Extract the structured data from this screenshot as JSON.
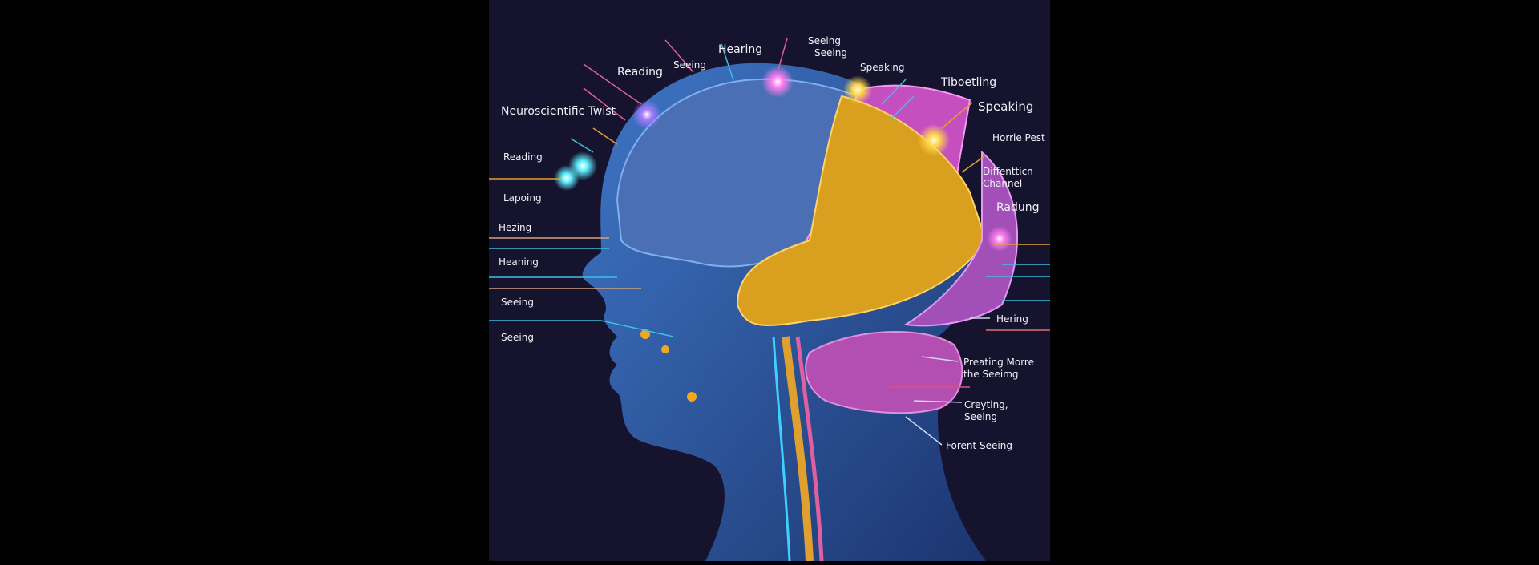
{
  "illustration": {
    "subject": "brain-anatomy-infographic",
    "colors": {
      "background": "#16132f",
      "frontal_lobe": "#4a6fb5",
      "parietal_lobe": "#c64fc0",
      "temporal_lobe": "#d9a020",
      "occipital_lobe": "#a24fb8",
      "cerebellum": "#b24fb0",
      "head": "#2f5aa8",
      "glow_cyan": "#5ef0ff",
      "glow_pink": "#ff7ef0",
      "glow_yellow": "#ffe06a"
    },
    "labels": {
      "top_hearing": "Hearing",
      "top_seeing": "Seeing",
      "top_reading": "Reading",
      "top_seeing_seeing_1": "Seeing",
      "top_seeing_seeing_2": "Seeing",
      "top_speaking": "Speaking",
      "right_tiboetling": "Tiboetling",
      "right_speaking": "Speaking",
      "right_horrie_pest": "Horrie Pest",
      "right_diffentticn_1": "Diffentticn",
      "right_diffentticn_2": "Channel",
      "right_radung": "Radung",
      "left_neuroscientific_twist": "Neuroscientific Twist",
      "left_reading": "Reading",
      "left_lapoing": "Lapoing",
      "left_hezing": "Hezing",
      "left_heaning": "Heaning",
      "left_seeing_1": "Seeing",
      "left_seeing_2": "Seeing",
      "right_hering": "Hering",
      "right_preating_1": "Preating Morre",
      "right_preating_2": "the Seeimg",
      "right_creyting_1": "Creyting,",
      "right_creyting_2": "Seeing",
      "right_forent_seeing": "Forent Seeing"
    }
  }
}
